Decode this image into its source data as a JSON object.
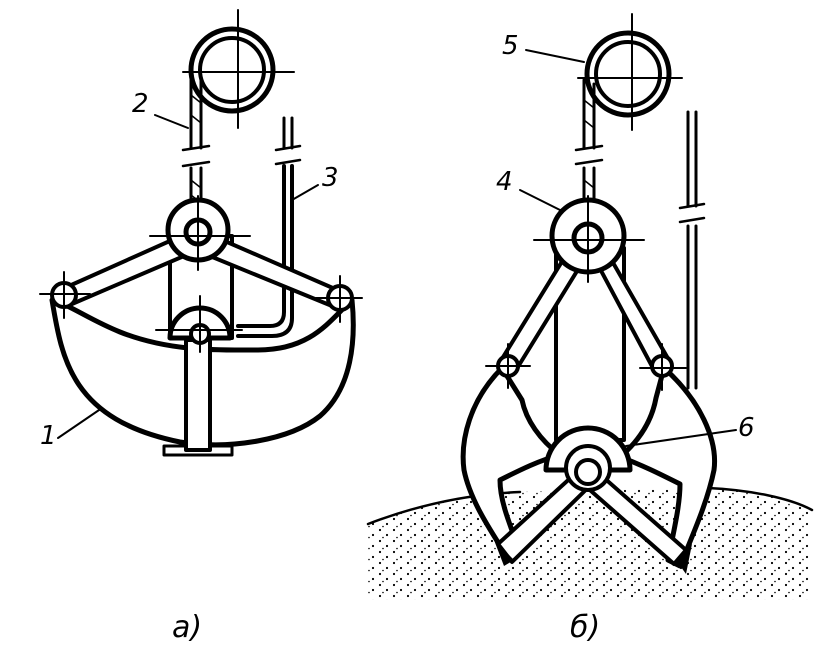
{
  "figure": {
    "panel_a": {
      "caption": "а)",
      "labels": {
        "bucket": "1",
        "closing_cable": "2",
        "holding_cable": "3"
      }
    },
    "panel_b": {
      "caption": "б)",
      "labels": {
        "upper_block": "4",
        "cable": "5",
        "lower_block": "6"
      }
    },
    "colors": {
      "ink": "#000000",
      "paper": "#ffffff"
    }
  }
}
